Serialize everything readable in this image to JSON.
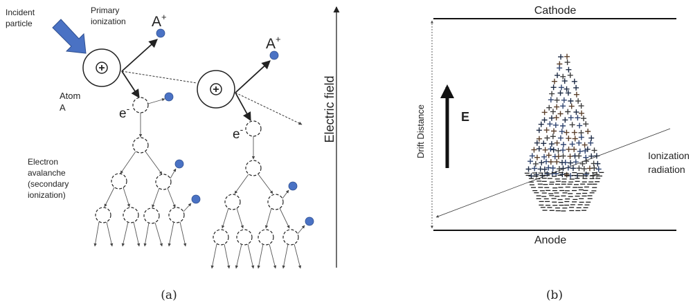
{
  "panel_a": {
    "incident_particle": [
      "Incident",
      "particle"
    ],
    "primary_ionization": [
      "Primary",
      "ionization"
    ],
    "ion_label": "A",
    "ion_charge": "+",
    "atom_label": [
      "Atom",
      "A"
    ],
    "electron_label": "e",
    "electron_charge": "-",
    "avalanche_label": [
      "Electron",
      "avalanche",
      "(secondary",
      "ionization)"
    ],
    "field_label": "Electric field",
    "caption": "(a)",
    "colors": {
      "arrow": "#4a72c4",
      "ion": "#4a72c4"
    }
  },
  "panel_b": {
    "cathode": "Cathode",
    "anode": "Anode",
    "drift_distance": "Drift Distance",
    "field_symbol": "E",
    "ionization_radiation": [
      "Ionization",
      "radiation"
    ],
    "caption": "(b)"
  }
}
